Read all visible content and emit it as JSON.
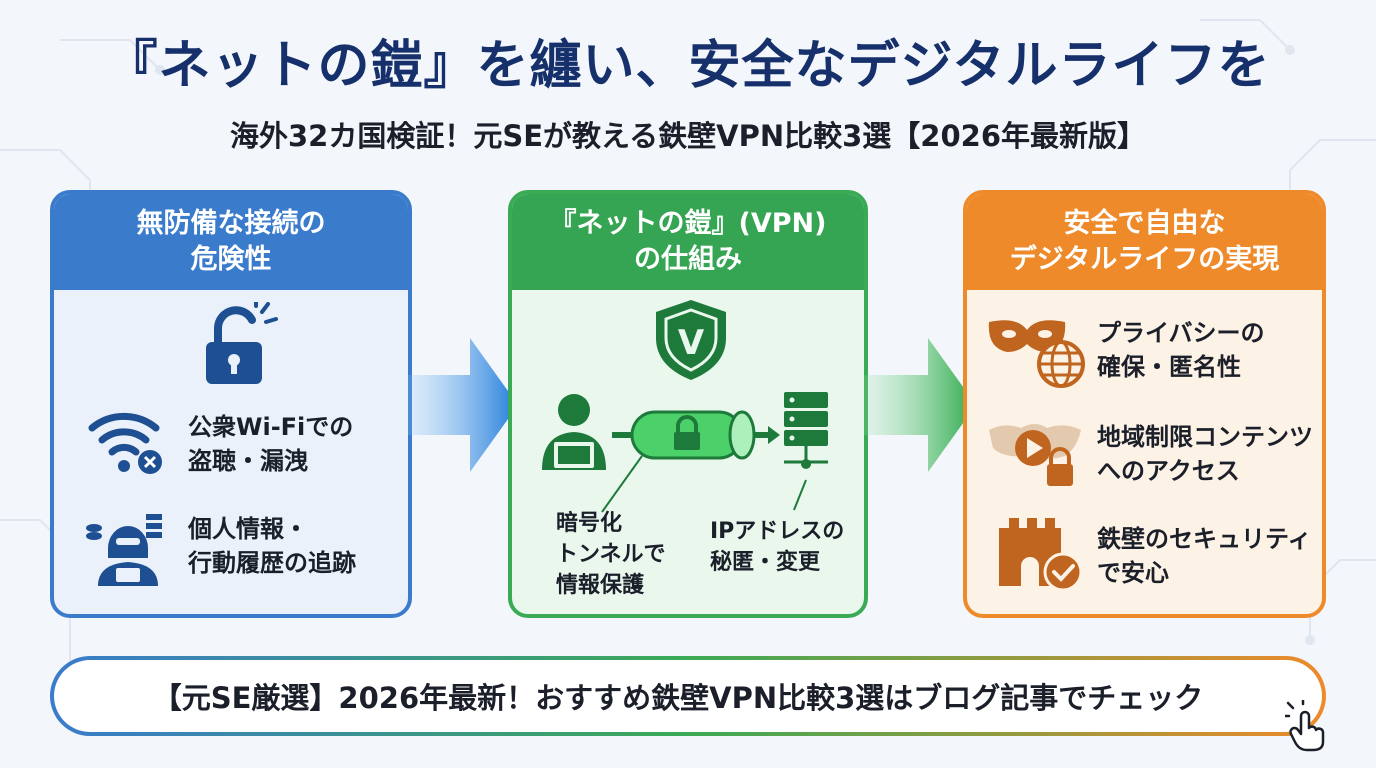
{
  "title": "『ネットの鎧』を纏い、安全なデジタルライフを",
  "subtitle": "海外32カ国検証！元SEが教える鉄壁VPN比較3選【2026年最新版】",
  "panels": {
    "danger": {
      "heading": "無防備な接続の\n危険性",
      "items": [
        "公衆Wi-Fiでの\n盗聴・漏洩",
        "個人情報・\n行動履歴の追跡"
      ]
    },
    "mechanism": {
      "heading": "『ネットの鎧』(VPN)\nの仕組み",
      "labels": [
        "暗号化\nトンネルで\n情報保護",
        "IPアドレスの\n秘匿・変更"
      ]
    },
    "benefit": {
      "heading": "安全で自由な\nデジタルライフの実現",
      "items": [
        "プライバシーの\n確保・匿名性",
        "地域制限コンテンツ\nへのアクセス",
        "鉄壁のセキュリティ\nで安心"
      ]
    }
  },
  "banner": "【元SE厳選】2026年最新！おすすめ鉄壁VPN比較3選はブログ記事でチェック",
  "colors": {
    "blue": "#3a7bcc",
    "green": "#35a553",
    "orange": "#ee8a2a",
    "navy": "#15306b"
  },
  "icons": [
    "broken-lock-icon",
    "wifi-warning-icon",
    "hacker-icon",
    "shield-v-icon",
    "user-laptop-icon",
    "encrypted-tunnel-icon",
    "server-icon",
    "mask-globe-icon",
    "map-play-lock-icon",
    "castle-check-icon",
    "pointer-hand-icon"
  ]
}
